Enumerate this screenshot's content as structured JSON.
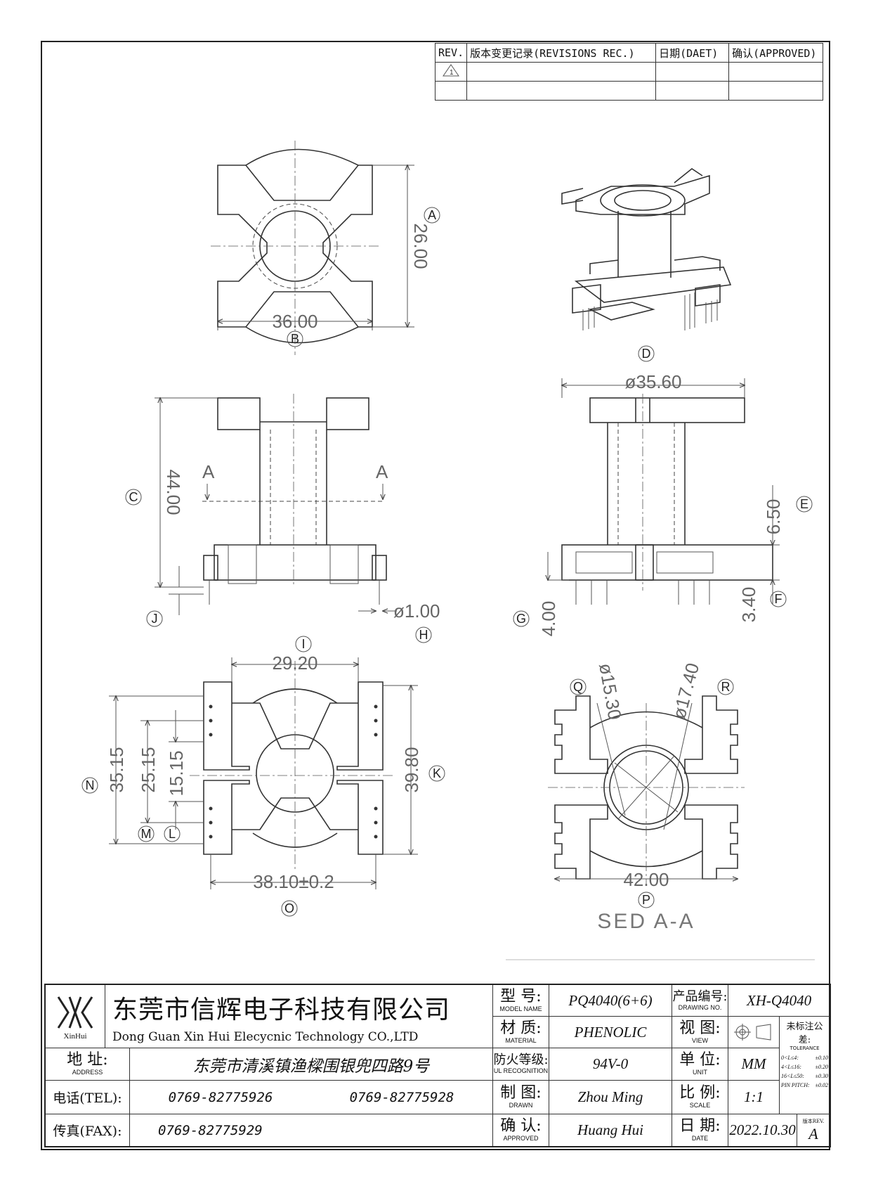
{
  "revision_table": {
    "headers": [
      "REV.",
      "版本变更记录(REVISIONS REC.)",
      "日期(DAET)",
      "确认(APPROVED)"
    ],
    "rows": [
      [
        "1",
        "",
        "",
        ""
      ],
      [
        "",
        "",
        "",
        ""
      ]
    ]
  },
  "views": {
    "top": {
      "dim_width": "36.00",
      "dim_height": "26.00",
      "label_width": "B",
      "label_height": "A"
    },
    "iso": {
      "label": "D"
    },
    "front": {
      "dim_height": "44.00",
      "label_height": "C",
      "section_mark": "A",
      "dim_pin": "ø1.00",
      "label_pin": "H",
      "label_pin_len": "J"
    },
    "side": {
      "dim_width": "ø35.60",
      "dim_flange": "6.50",
      "label_flange": "E",
      "dim_pin_len": "3.40",
      "label_pin_len": "F",
      "dim_g": "4.00",
      "label_g": "G"
    },
    "bottom": {
      "dim_top": "29.20",
      "label_top": "I",
      "dim_k": "39.80",
      "label_k": "K",
      "dim_n": "35.15",
      "label_n": "N",
      "dim_m": "25.15",
      "label_m": "M",
      "dim_l": "15.15",
      "label_l": "L",
      "dim_o": "38.10±0.2",
      "label_o": "O"
    },
    "section": {
      "dim_q": "ø15.30",
      "label_q": "Q",
      "dim_r": "ø17.40",
      "label_r": "R",
      "dim_p": "42.00",
      "label_p": "P",
      "caption": "SED A-A"
    }
  },
  "title_block": {
    "company_cn": "东莞市信辉电子科技有限公司",
    "company_en": "Dong Guan Xin Hui Elecycnic Technology CO.,LTD",
    "logo_text": "XinHui",
    "address_label_cn": "地 址:",
    "address_label_en": "ADDRESS",
    "address": "东莞市清溪镇渔樑围银兜四路9号",
    "tel_label": "电话(TEL):",
    "tel1": "0769-82775926",
    "tel2": "0769-82775928",
    "fax_label": "传真(FAX):",
    "fax": "0769-82775929",
    "model_label_cn": "型 号:",
    "model_label_en": "MODEL NAME",
    "model": "PQ4040(6+6)",
    "material_label_cn": "材 质:",
    "material_label_en": "MATERIAL",
    "material": "PHENOLIC",
    "ul_label_cn": "防火等级:",
    "ul_label_en": "UL RECOGNITION",
    "ul": "94V-0",
    "drawn_label_cn": "制 图:",
    "drawn_label_en": "DRAWN",
    "drawn": "Zhou Ming",
    "approved_label_cn": "确 认:",
    "approved_label_en": "APPROVED",
    "approved": "Huang Hui",
    "drawing_no_label_cn": "产品编号:",
    "drawing_no_label_en": "DRAWING NO.",
    "drawing_no": "XH-Q4040",
    "view_label_cn": "视 图:",
    "view_label_en": "VIEW",
    "unit_label_cn": "单 位:",
    "unit_label_en": "UNIT",
    "unit": "MM",
    "scale_label_cn": "比 例:",
    "scale_label_en": "SCALE",
    "scale": "1:1",
    "date_label_cn": "日 期:",
    "date_label_en": "DATE",
    "date": "2022.10.30",
    "tolerance_label_cn": "未标注公差:",
    "tolerance_label_en": "TOLERANCE",
    "tolerances": [
      {
        "range": "0<L≤4:",
        "value": "±0.10"
      },
      {
        "range": "4<L≤16:",
        "value": "±0.20"
      },
      {
        "range": "16<L≤50:",
        "value": "±0.30"
      },
      {
        "range": "PIN PITCH:",
        "value": "±0.02"
      }
    ],
    "rev_label": "版本REV.",
    "rev": "A"
  }
}
